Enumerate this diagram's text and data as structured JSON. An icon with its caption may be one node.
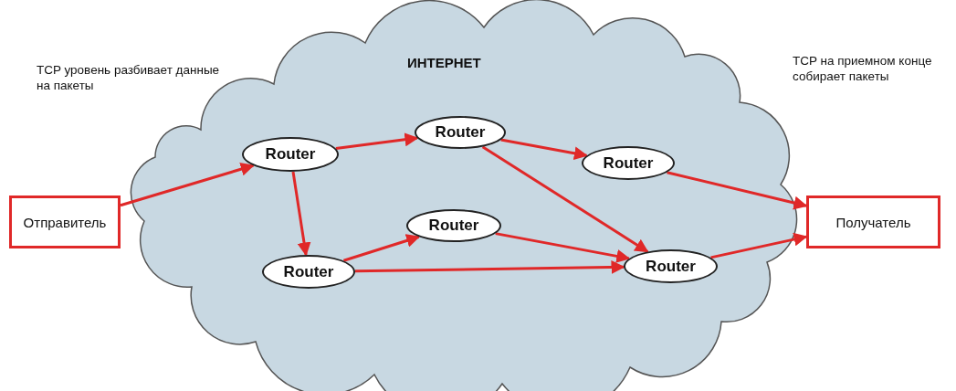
{
  "diagram": {
    "nodes": [
      {
        "text": [
          "ИНТЕРНЕТ"
        ]
      },
      {
        "text": [
          "Отправитель"
        ]
      },
      {
        "text": [
          "Router"
        ],
        "in": 0
      },
      {
        "text": [
          "Router"
        ],
        "in": 0
      },
      {
        "text": [
          "Router"
        ],
        "in": 0
      },
      {
        "text": [
          "Router"
        ],
        "in": 0
      },
      {
        "text": [
          "Router"
        ],
        "in": 0
      },
      {
        "text": [
          "Router"
        ],
        "in": 0
      },
      {
        "text": [
          "Получатель"
        ]
      }
    ],
    "edges": [
      {
        "from": 1,
        "to": 2,
        "arrow": "to"
      },
      {
        "from": 2,
        "to": 3,
        "arrow": "to"
      },
      {
        "from": 3,
        "to": 4,
        "arrow": "to"
      },
      {
        "from": 3,
        "to": 7,
        "arrow": "to"
      },
      {
        "from": 2,
        "to": 6,
        "arrow": "to"
      },
      {
        "from": 6,
        "to": 5,
        "arrow": "to"
      },
      {
        "from": 6,
        "to": 7,
        "arrow": "to"
      },
      {
        "from": 5,
        "to": 7,
        "arrow": "to"
      },
      {
        "from": 4,
        "to": 8,
        "arrow": "to"
      },
      {
        "from": 7,
        "to": 8,
        "arrow": "to"
      }
    ],
    "labels": [
      "TCP уровень разбивает данные на пакеты",
      "TCP на приемном конце собирает пакеты"
    ]
  }
}
